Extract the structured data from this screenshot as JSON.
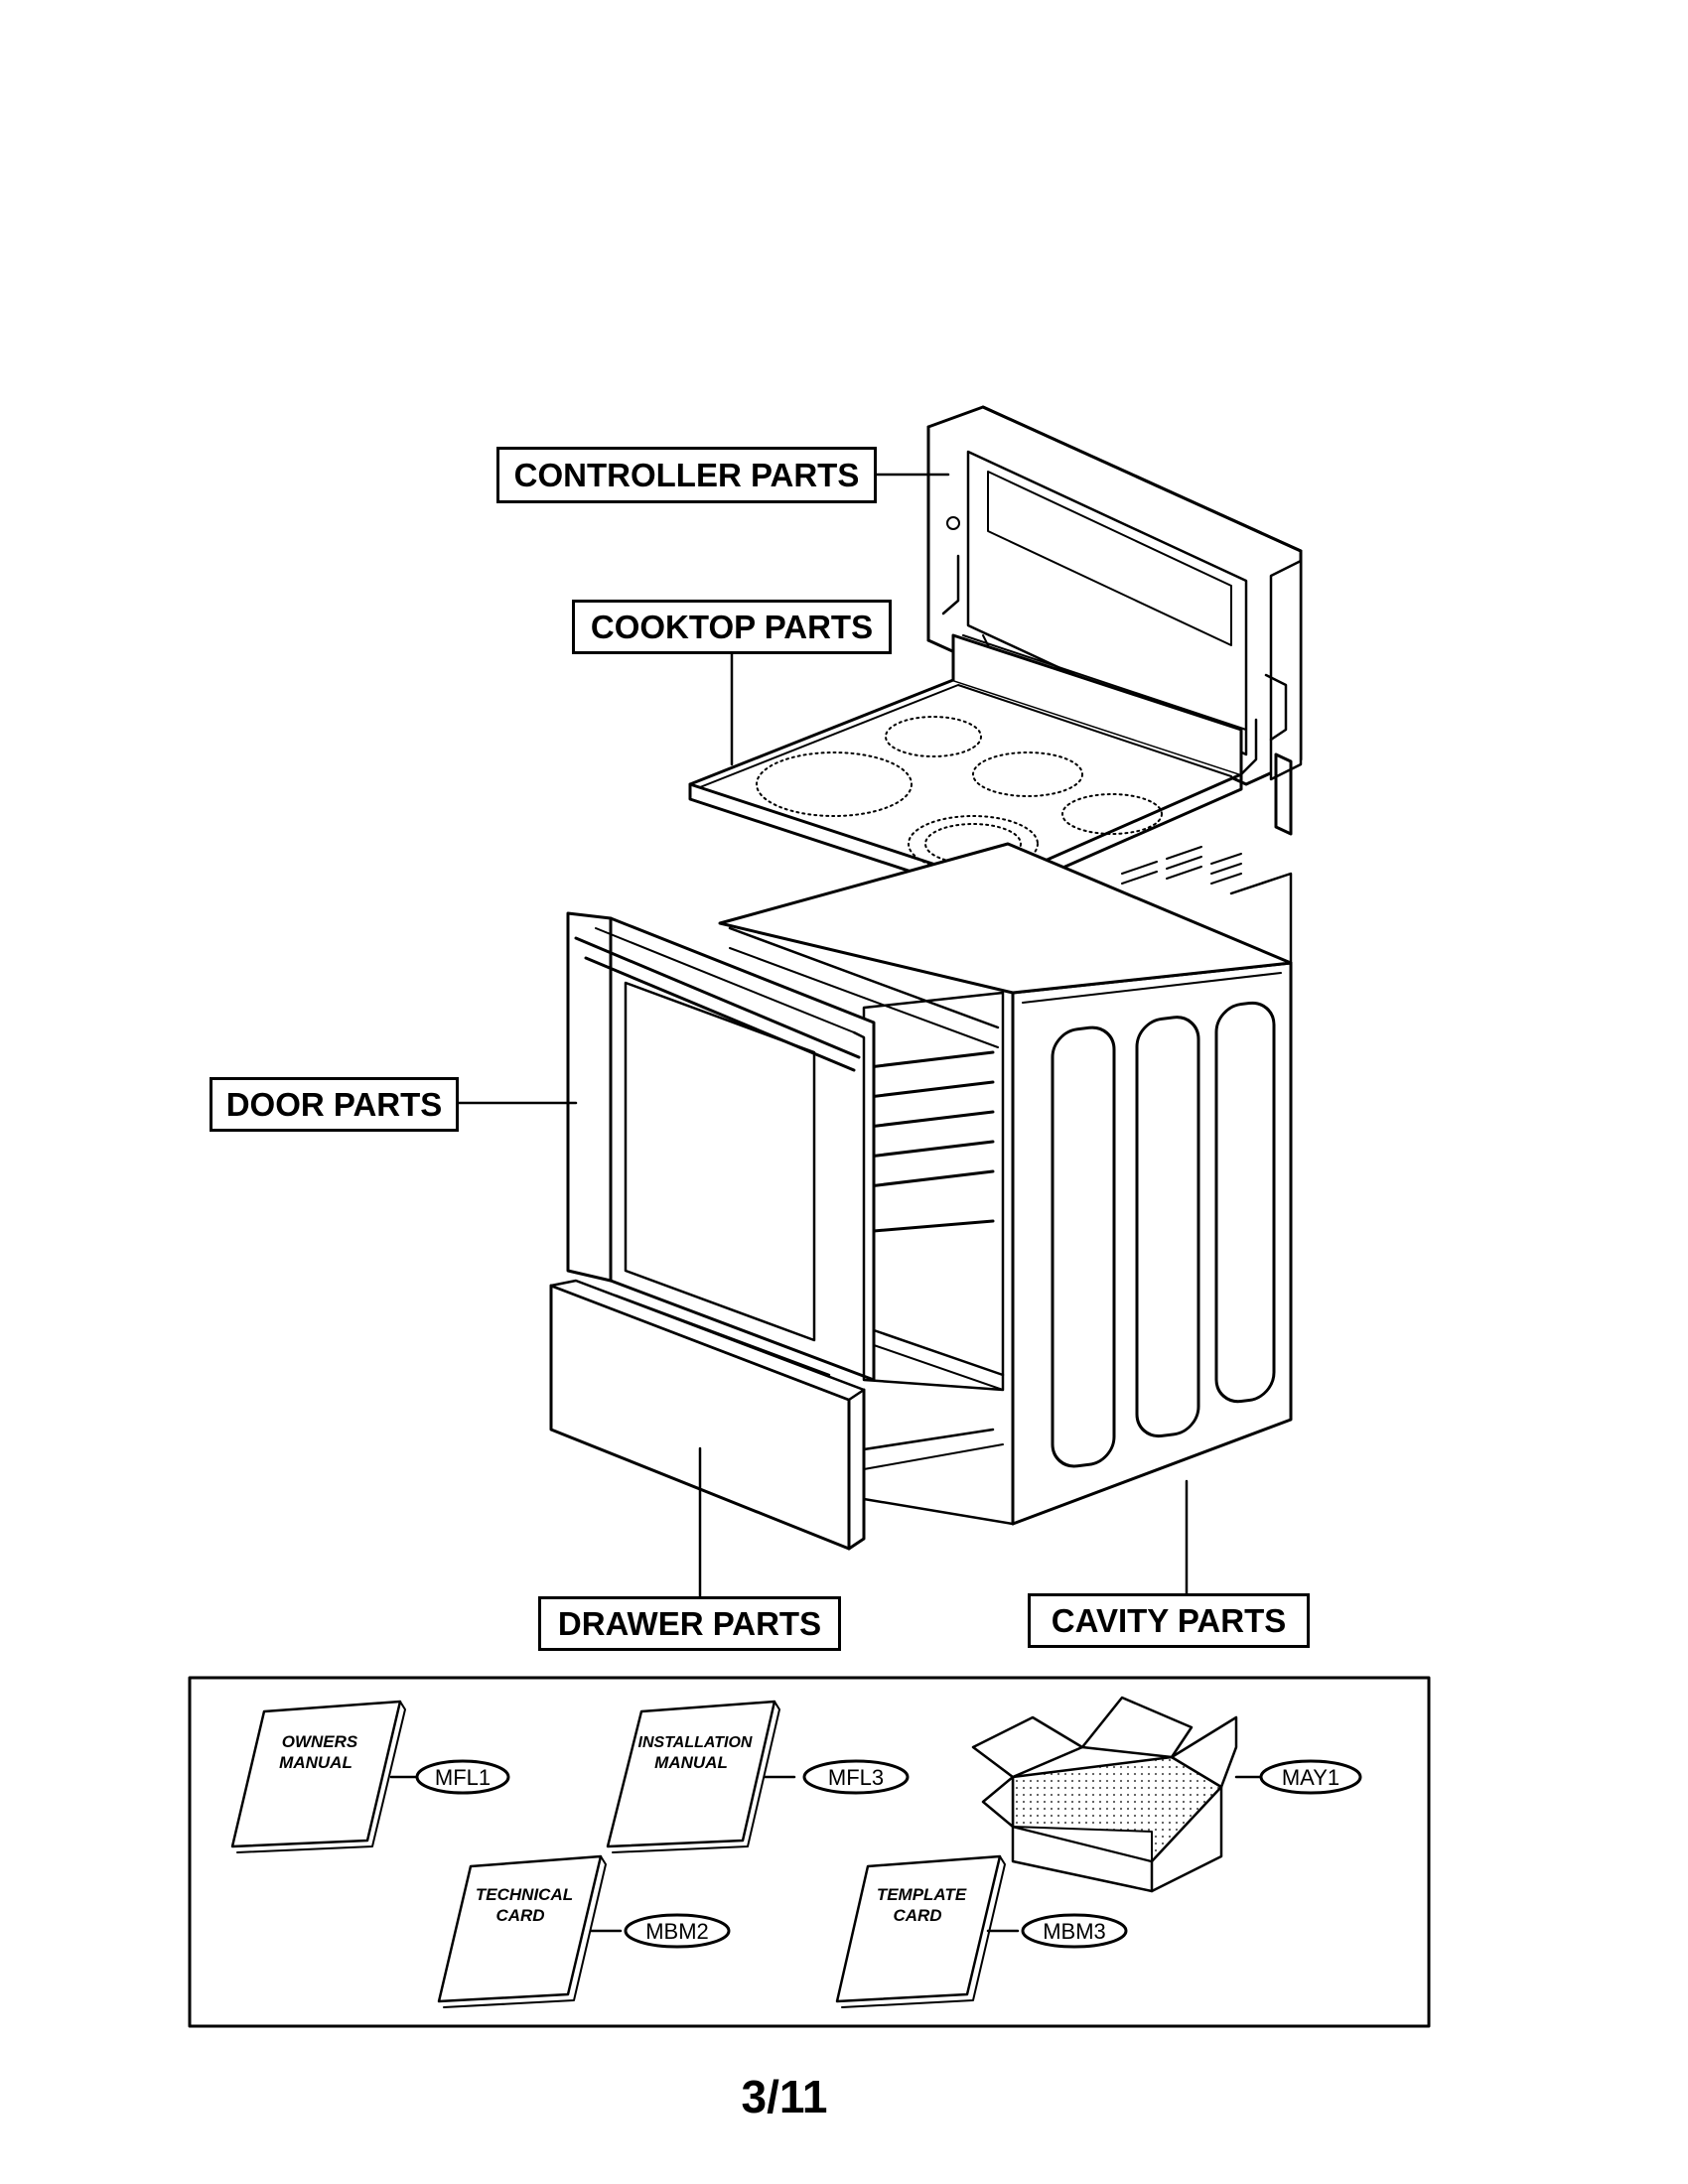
{
  "callouts": {
    "controller": "CONTROLLER PARTS",
    "cooktop": "COOKTOP PARTS",
    "door": "DOOR PARTS",
    "drawer": "DRAWER PARTS",
    "cavity": "CAVITY PARTS"
  },
  "accessories": {
    "owners_manual": {
      "line1": "OWNERS",
      "line2": "MANUAL",
      "code": "MFL1"
    },
    "installation_manual": {
      "line1": "INSTALLATION",
      "line2": "MANUAL",
      "code": "MFL3"
    },
    "box": {
      "code": "MAY1"
    },
    "technical_card": {
      "line1": "TECHNICAL",
      "line2": "CARD",
      "code": "MBM2"
    },
    "template_card": {
      "line1": "TEMPLATE",
      "line2": "CARD",
      "code": "MBM3"
    }
  },
  "page_number": "3/11",
  "colors": {
    "ink": "#000000",
    "paper": "#ffffff"
  }
}
